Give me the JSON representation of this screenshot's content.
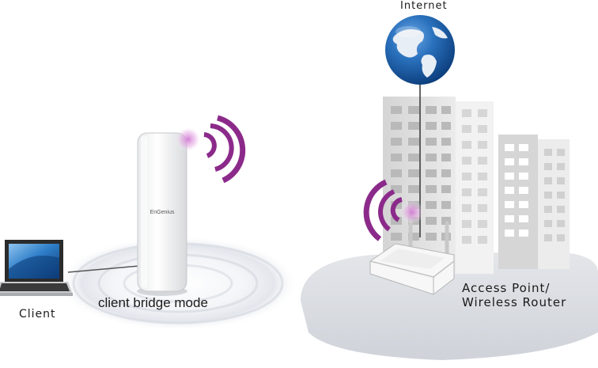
{
  "labels": {
    "internet": "Internet",
    "client": "Client",
    "mode": "client bridge mode",
    "ap_line1": "Access Point/",
    "ap_line2": "Wireless Router",
    "brand": "EnGenius"
  },
  "icons": {
    "globe": "globe-icon",
    "laptop": "laptop-icon",
    "bridge_device": "outdoor-access-point-icon",
    "router": "wireless-router-icon",
    "buildings": "office-buildings-icon",
    "signal": "wifi-signal-icon"
  },
  "colors": {
    "signal_waves": "#8b2a8a",
    "globe_ocean": "#1e63ad",
    "globe_land": "#e8eef5",
    "led_glow": "#d27ad2",
    "ground_disc": "#d9dde3",
    "building_light": "#e1e1e1",
    "building_dark": "#c9c9c9"
  }
}
